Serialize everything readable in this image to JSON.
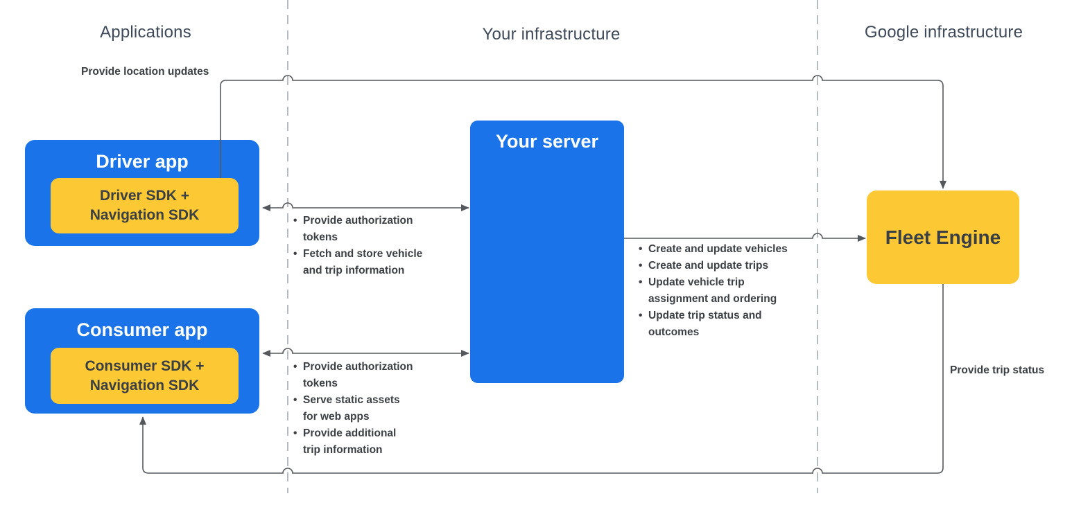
{
  "columns": {
    "applications": {
      "label": "Applications"
    },
    "your_infrastructure": {
      "label": "Your infrastructure"
    },
    "google_infrastructure": {
      "label": "Google infrastructure"
    }
  },
  "nodes": {
    "driver_app": {
      "title": "Driver app",
      "sdk_lines": [
        "Driver SDK +",
        "Navigation SDK"
      ]
    },
    "consumer_app": {
      "title": "Consumer app",
      "sdk_lines": [
        "Consumer SDK +",
        "Navigation SDK"
      ]
    },
    "your_server": {
      "title": "Your server"
    },
    "fleet_engine": {
      "title": "Fleet Engine"
    }
  },
  "edges": {
    "location_updates": {
      "label": "Provide location updates"
    },
    "trip_status": {
      "label": "Provide trip status"
    },
    "driver_server": {
      "items": [
        [
          "Provide authorization",
          "tokens"
        ],
        [
          "Fetch and store vehicle",
          "and trip information"
        ]
      ]
    },
    "server_fleet": {
      "items": [
        [
          "Create and update vehicles"
        ],
        [
          "Create and update trips"
        ],
        [
          "Update vehicle trip",
          "assignment and ordering"
        ],
        [
          "Update trip status and",
          "outcomes"
        ]
      ]
    },
    "consumer_server": {
      "items": [
        [
          "Provide authorization",
          "tokens"
        ],
        [
          "Serve static assets",
          "for web apps"
        ],
        [
          "Provide additional",
          "trip information"
        ]
      ]
    }
  },
  "colors": {
    "blue": "#1A73E8",
    "yellow": "#FCC934",
    "title_light": "#FFFFFF",
    "text_dark": "#3A3F45",
    "header_text": "#3E4A59",
    "label_text": "#3C4045",
    "line": "#54585D",
    "dashed_line": "#B6BBC1",
    "background": "#FFFFFF"
  }
}
